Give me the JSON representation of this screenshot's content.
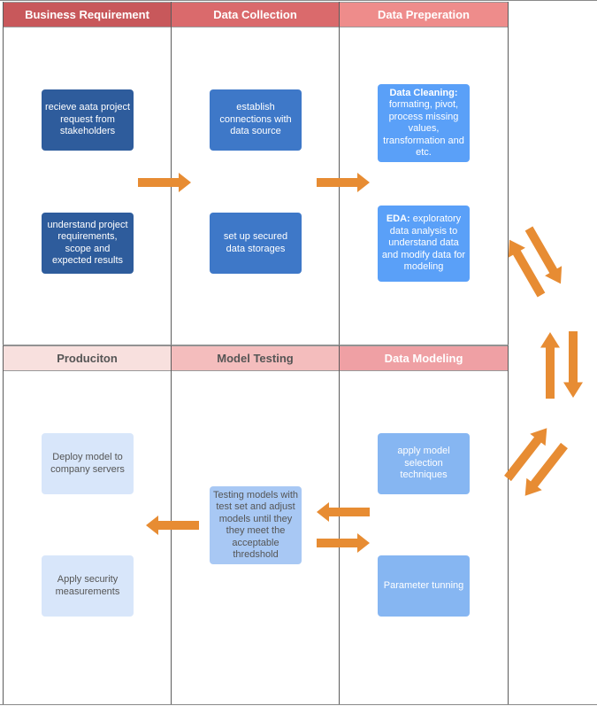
{
  "colors": {
    "header_dark_red": "#c8585b",
    "header_mid_red": "#da6a6c",
    "header_coral": "#ee8c8b",
    "header_pale_pink": "#f8e0de",
    "header_light_pink": "#f4bdbd",
    "header_pink": "#efa0a4",
    "card_navy": "#2e5c9c",
    "card_blue": "#3e78c8",
    "card_bright_blue": "#5aa0f8",
    "card_light_blue": "#86b6f2",
    "card_pale_blue": "#a8c8f4",
    "card_very_pale_blue": "#d8e6fa",
    "arrow_orange": "#e78c33"
  },
  "lanes": [
    {
      "title": "Business Requirement"
    },
    {
      "title": "Data Collection"
    },
    {
      "title": "Data Preperation"
    },
    {
      "title": "Produciton"
    },
    {
      "title": "Model Testing"
    },
    {
      "title": "Data Modeling"
    }
  ],
  "cards": {
    "receive_request": "recieve aata project request from stakeholders",
    "understand_requirements": "understand project requirements, scope and expected results",
    "establish_connections": "establish connections with data source",
    "secured_storages": "set up secured data storages",
    "data_cleaning_title": "Data Cleaning:",
    "data_cleaning_body": "formating, pivot, process missing values, transformation and etc.",
    "eda_title": "EDA:",
    "eda_body": "exploratory data analysis to understand data and modify data for modeling",
    "deploy_model": "Deploy model to company servers",
    "security_measurements": "Apply security measurements",
    "testing_models": "Testing models with test set and adjust models until they they meet the acceptable thredshold",
    "model_selection": "apply model selection techniques",
    "parameter_tuning": "Parameter tunning"
  }
}
